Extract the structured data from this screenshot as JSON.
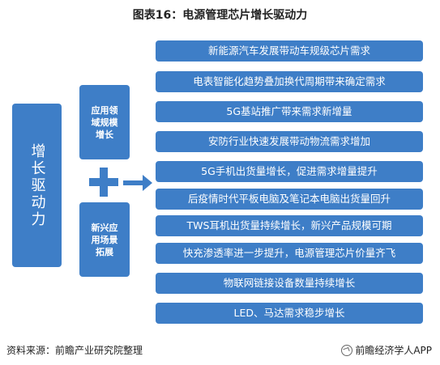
{
  "title": "图表16：电源管理芯片增长驱动力",
  "main_driver": "增长驱动力",
  "sub_drivers": [
    "应用领域规模增长",
    "新兴应用场景拓展"
  ],
  "items": [
    "新能源汽车发展带动车规级芯片需求",
    "电表智能化趋势叠加换代周期带来确定需求",
    "5G基站推广带来需求新增量",
    "安防行业快速发展带动物流需求增加",
    "5G手机出货量增长，促进需求增量提升",
    "后疫情时代平板电脑及笔记本电脑出货量回升",
    "TWS耳机出货量持续增长，新兴产品规模可期",
    "快充渗透率进一步提升，电源管理芯片价量齐飞",
    "物联网链接设备数量持续增长",
    "LED、马达需求稳步增长"
  ],
  "footer": {
    "source": "资料来源：前瞻产业研究院整理",
    "brand": "前瞻经济学人APP"
  },
  "colors": {
    "box": "#3e7ec7",
    "text_on_box": "#ffffff"
  }
}
